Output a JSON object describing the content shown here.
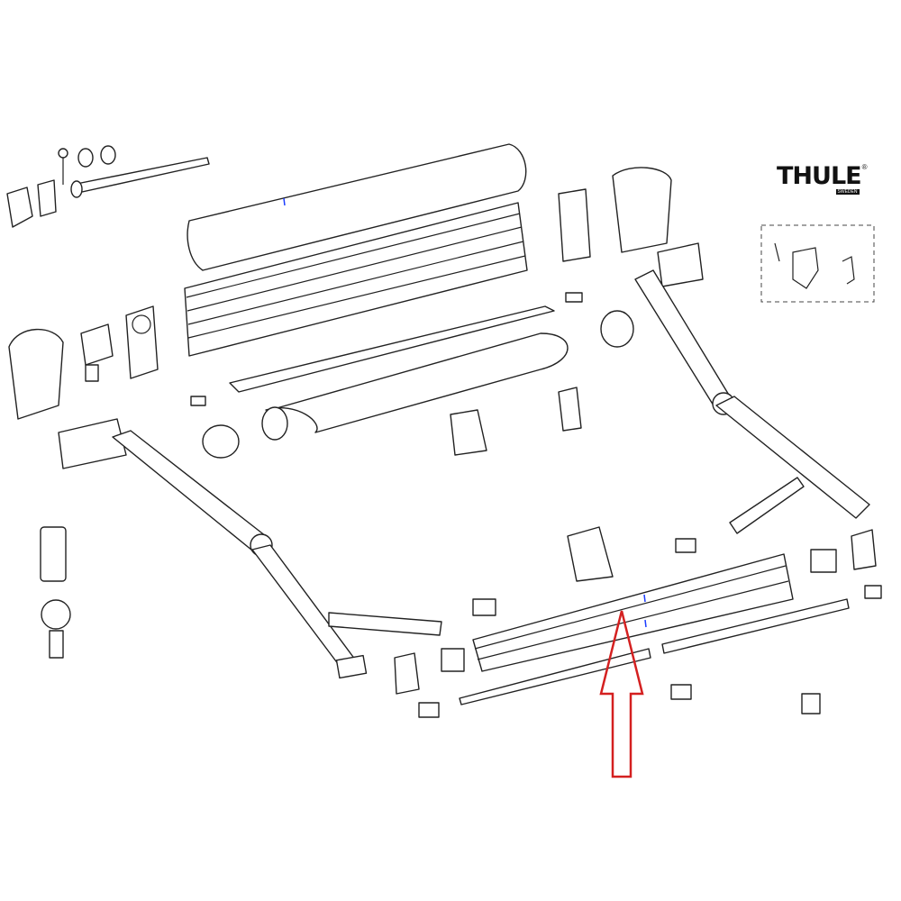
{
  "brand": {
    "name": "THULE",
    "sub": "SWEDEN",
    "reg": "®"
  },
  "highlight": {
    "color": "#d42020",
    "target": "front-bar-profile"
  },
  "accent_color": "#1a3cff"
}
